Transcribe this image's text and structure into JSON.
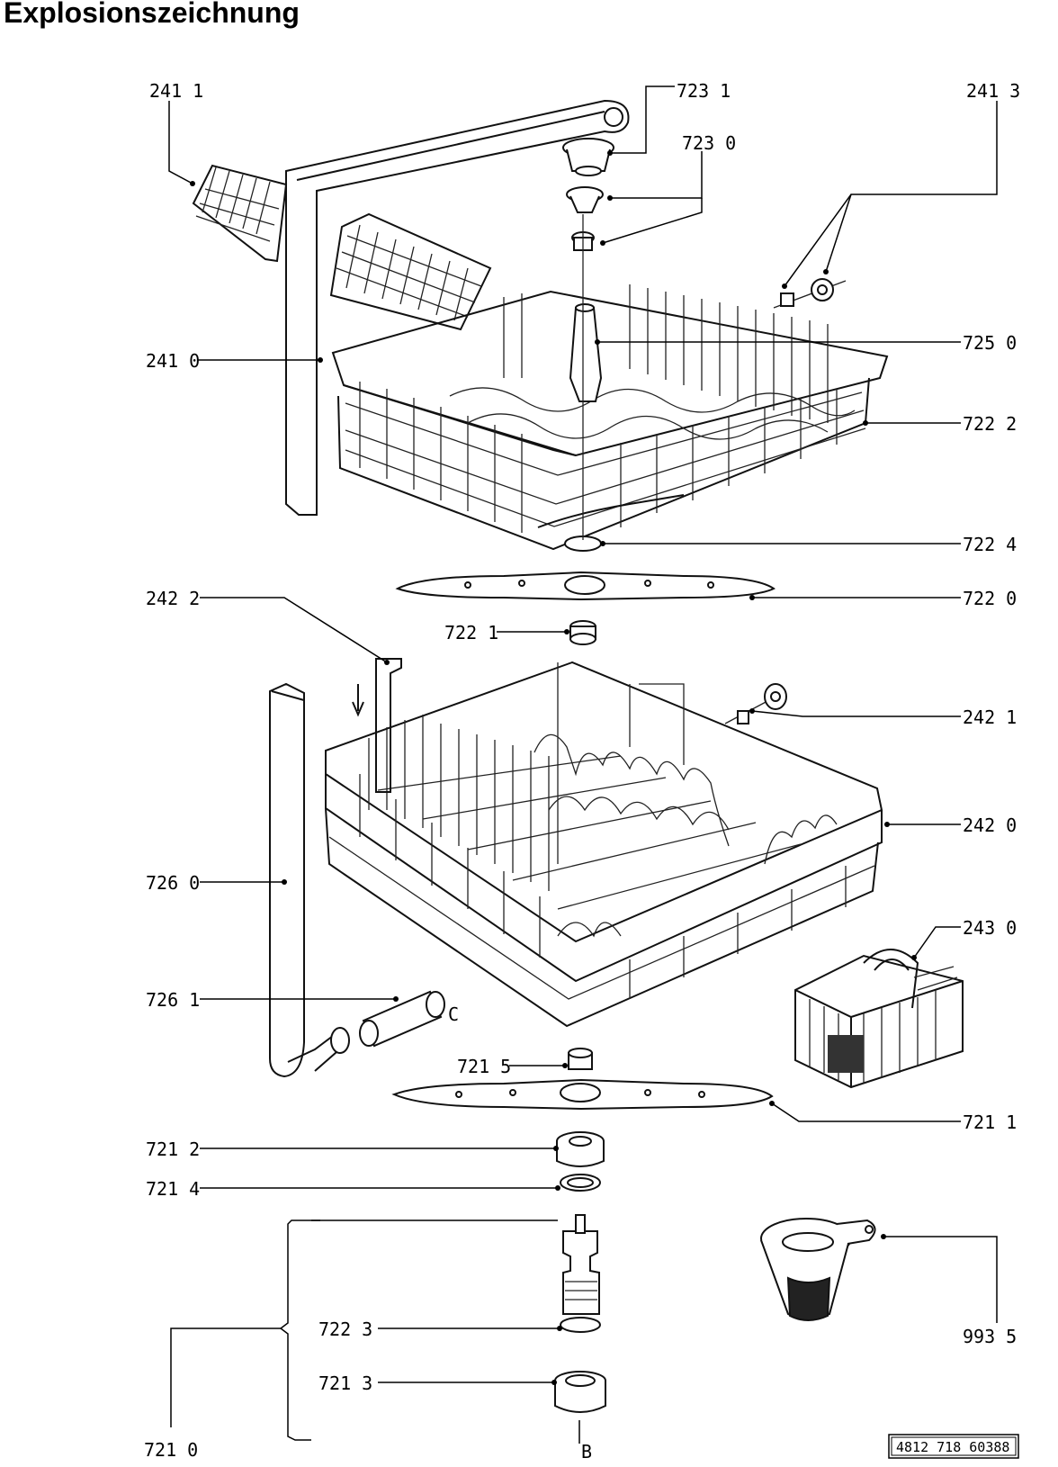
{
  "title": "Explosionszeichnung",
  "doc_ref": "4812 718 60388",
  "letters": {
    "c": "C",
    "b": "B"
  },
  "labels": {
    "p2411": "241 1",
    "p7231": "723 1",
    "p2413": "241 3",
    "p7230": "723 0",
    "p2410": "241 0",
    "p7250": "725 0",
    "p7222": "722 2",
    "p7224": "722 4",
    "p2422": "242 2",
    "p7220": "722 0",
    "p7221": "722 1",
    "p2421": "242 1",
    "p2420": "242 0",
    "p7260": "726 0",
    "p2430": "243 0",
    "p7261": "726 1",
    "p7215": "721 5",
    "p7211": "721 1",
    "p7212": "721 2",
    "p7214": "721 4",
    "p9935": "993 5",
    "p7223": "722 3",
    "p7213": "721 3",
    "p7210": "721 0"
  }
}
